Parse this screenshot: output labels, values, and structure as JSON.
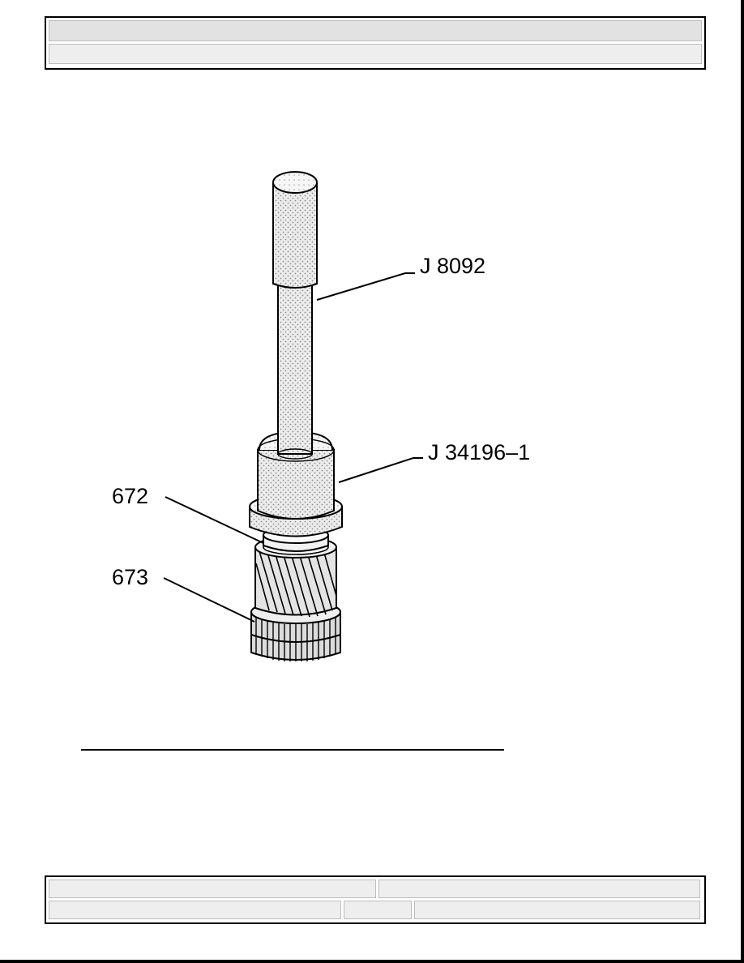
{
  "header": {
    "title": "",
    "subtitle": ""
  },
  "figure": {
    "callouts": [
      {
        "id": "j8092",
        "label": "J 8092"
      },
      {
        "id": "j34196",
        "label": "J 34196–1"
      },
      {
        "id": "p672",
        "label": "672"
      },
      {
        "id": "p673",
        "label": "673"
      }
    ]
  },
  "footer": {
    "row1": {
      "left": "",
      "right": ""
    },
    "row2": {
      "left": "",
      "middle": "",
      "right": ""
    }
  }
}
